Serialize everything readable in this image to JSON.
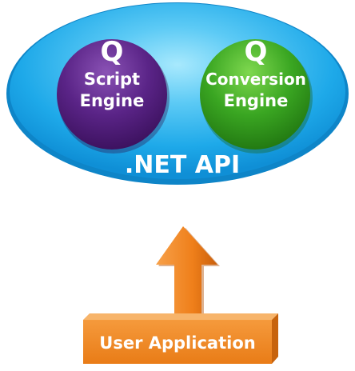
{
  "api_label": ".NET API",
  "script_engine": {
    "letter": "Q",
    "line1": "Script",
    "line2": "Engine"
  },
  "conversion_engine": {
    "letter": "Q",
    "line1": "Conversion",
    "line2": "Engine"
  },
  "user_application": {
    "label": "User Application"
  },
  "colors": {
    "api_ellipse": "#1aa6e8",
    "api_ellipse_light": "#9fe4fb",
    "script_engine": "#52207a",
    "conversion_engine": "#36a91f",
    "arrow": "#f07f1c",
    "user_application": "#f08a1f"
  }
}
